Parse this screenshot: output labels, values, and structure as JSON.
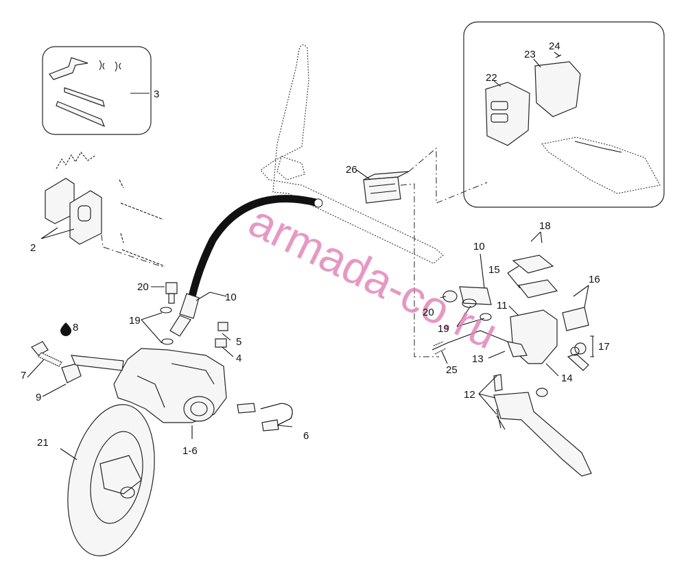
{
  "watermark": "armada-co.ru",
  "callouts": {
    "c3": "3",
    "c2": "2",
    "c20a": "20",
    "c19a": "19",
    "c10a": "10",
    "c8": "8",
    "c5": "5",
    "c4": "4",
    "c7": "7",
    "c9": "9",
    "c6": "6",
    "c16b": "1-6",
    "c21": "21",
    "c26": "26",
    "c24": "24",
    "c23": "23",
    "c22": "22",
    "c18": "18",
    "c10b": "10",
    "c15": "15",
    "c16": "16",
    "c11": "11",
    "c20b": "20",
    "c19b": "19",
    "c17": "17",
    "c13": "13",
    "c25": "25",
    "c14": "14",
    "c12": "12"
  },
  "icons": {
    "drop": "oil-drop-icon",
    "seal": "seal-ring-icon"
  }
}
